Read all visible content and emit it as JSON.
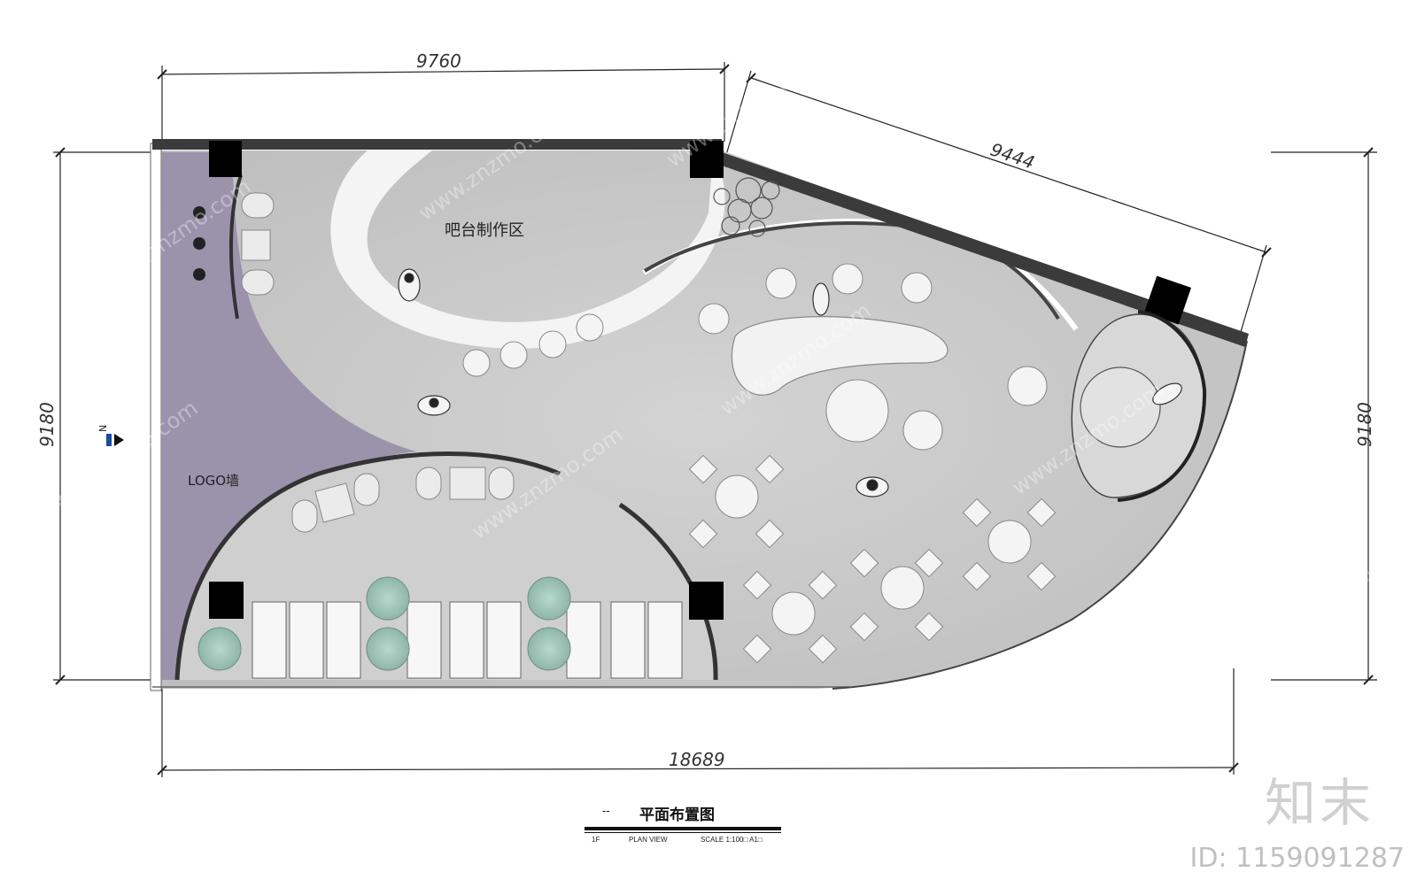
{
  "dimensions": {
    "top": "9760",
    "diagonal": "9444",
    "left": "9180",
    "right": "9180",
    "bottom": "18689"
  },
  "labels": {
    "bar_area": "吧台制作区",
    "logo_wall": "LOGO墙",
    "north": "N"
  },
  "title_block": {
    "dash": "--",
    "title": "平面布置图",
    "floor": "1F",
    "view": "PLAN VIEW",
    "scale": "SCALE 1:100□ A1□"
  },
  "watermark": {
    "brand": "知末",
    "id": "ID: 1159091287",
    "url": "www.znzmo.com"
  },
  "colors": {
    "floor": "#c9c9c9",
    "logo_wall": "#9b93ab",
    "wall": "#3a3a3a",
    "column": "#000000",
    "glass_table": "#9fc3b8"
  }
}
